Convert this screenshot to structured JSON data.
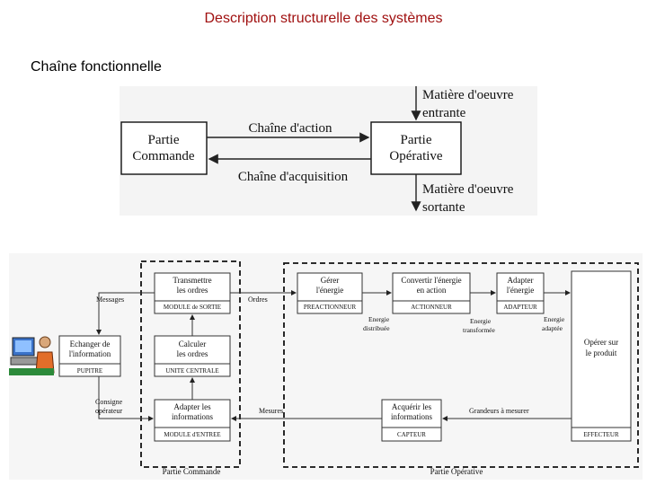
{
  "header": {
    "title_part1": "Description ",
    "title_part2": "structurelle",
    "title_part3": " des systèmes",
    "subtitle": "Chaîne fonctionnelle"
  },
  "top_diagram": {
    "partie_commande": [
      "Partie",
      "Commande"
    ],
    "partie_operative": [
      "Partie",
      "Opérative"
    ],
    "chaine_action": "Chaîne d'action",
    "chaine_acquisition": "Chaîne d'acquisition",
    "matiere_entrante": [
      "Matière d'oeuvre",
      "entrante"
    ],
    "matiere_sortante": [
      "Matière d'oeuvre",
      "sortante"
    ]
  },
  "bottom_diagram": {
    "transmettre": {
      "text": [
        "Transmettre",
        "les ordres"
      ],
      "module": "MODULE de SORTIE"
    },
    "calculer": {
      "text": [
        "Calculer",
        "les ordres"
      ],
      "module": "UNITE CENTRALE"
    },
    "adapter_infos": {
      "text": [
        "Adapter les",
        "informations"
      ],
      "module": "MODULE d'ENTREE"
    },
    "echanger": {
      "text": [
        "Echanger de",
        "l'information"
      ],
      "module": "PUPITRE"
    },
    "gerer": {
      "text": [
        "Gérer",
        "l'énergie"
      ],
      "module": "PREACTIONNEUR"
    },
    "convertir": {
      "text": [
        "Convertir l'énergie",
        "en action"
      ],
      "module": "ACTIONNEUR"
    },
    "adapter_energie": {
      "text": [
        "Adapter",
        "l'énergie"
      ],
      "module": "ADAPTEUR"
    },
    "acquerir": {
      "text": [
        "Acquérir les",
        "informations"
      ],
      "module": "CAPTEUR"
    },
    "operer": {
      "text": [
        "Opérer sur",
        "le produit"
      ],
      "module": "EFFECTEUR"
    },
    "labels": {
      "messages": "Messages",
      "consigne": [
        "Consigne",
        "opérateur"
      ],
      "ordres": "Ordres",
      "mesures": "Mesures",
      "grandeurs": "Grandeurs à mesurer",
      "energie_distribuee": [
        "Energie",
        "distribuée"
      ],
      "energie_transformee": [
        "Energie",
        "transformée"
      ],
      "energie_adaptee": [
        "Energie",
        "adaptée"
      ]
    },
    "partie_commande_label": "Partie Commande",
    "partie_operative_label": "Partie Opérative"
  }
}
